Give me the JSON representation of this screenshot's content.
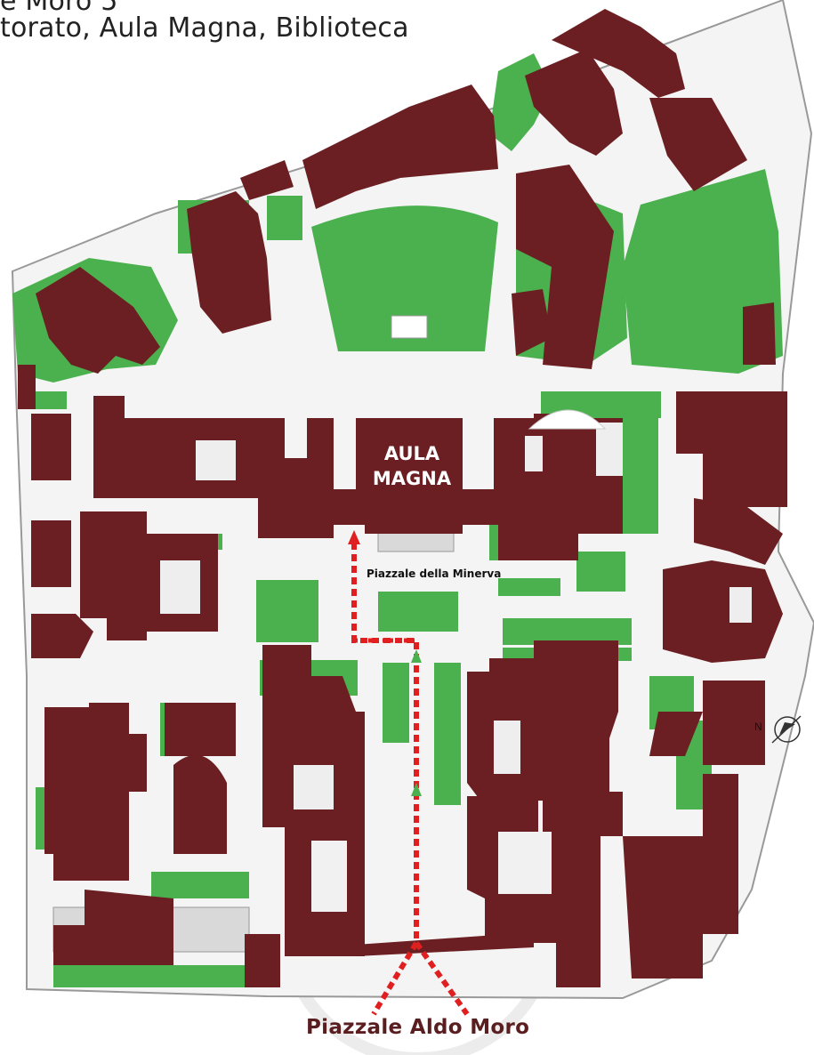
{
  "header": {
    "line1": "e Moro 5",
    "line2": "torato, Aula Magna, Biblioteca"
  },
  "labels": {
    "aula_line1": "AULA",
    "aula_line2": "MAGNA",
    "piazzale_minerva": "Piazzale della Minerva",
    "piazzale_aldo_moro": "Piazzale Aldo Moro",
    "north": "N"
  },
  "colors": {
    "building": "#6b1f22",
    "green": "#4bb14f",
    "path": "#e02020",
    "paving": "#e8e8e8",
    "outline": "#9a9a9a"
  }
}
